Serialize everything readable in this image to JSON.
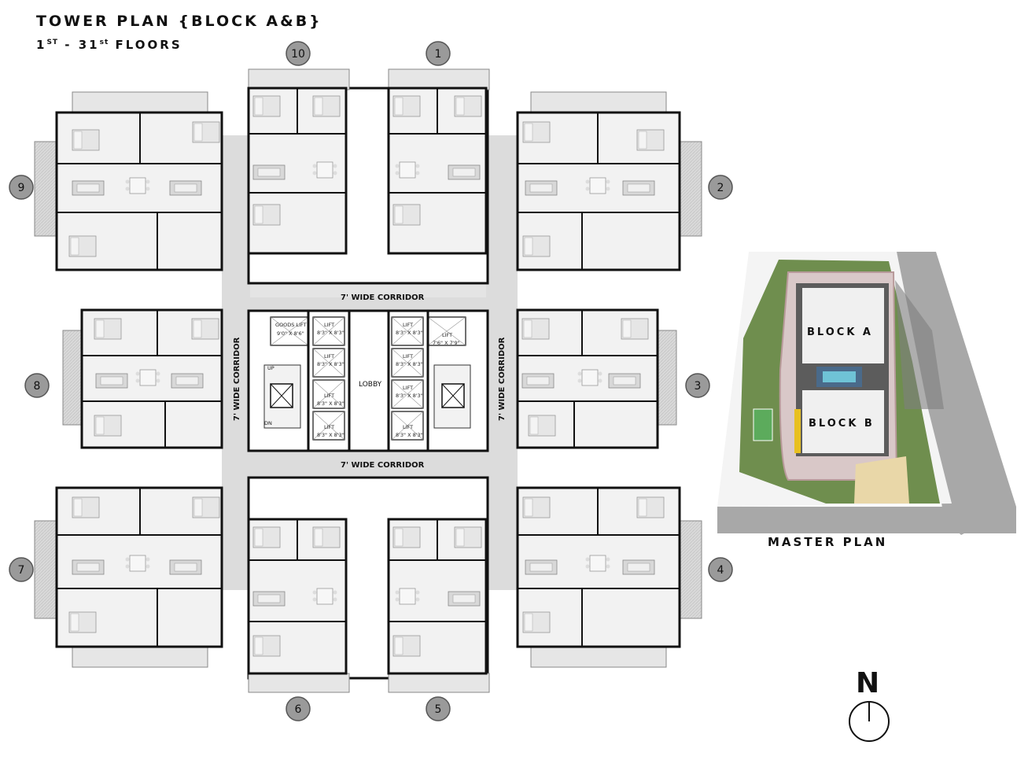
{
  "header": {
    "title": "TOWER PLAN {BLOCK A&B}",
    "subtitle_start": "1",
    "subtitle_start_sup": "ST",
    "subtitle_sep": " - ",
    "subtitle_end": "31",
    "subtitle_end_sup": "st",
    "subtitle_tail": " FLOORS"
  },
  "units": [
    "1",
    "2",
    "3",
    "4",
    "5",
    "6",
    "7",
    "8",
    "9",
    "10"
  ],
  "corridors": {
    "top": "7' WIDE CORRIDOR",
    "bottom": "7' WIDE CORRIDOR",
    "left": "7' WIDE CORRIDOR",
    "right": "7' WIDE CORRIDOR"
  },
  "core": {
    "lobby": "LOBBY",
    "goods_lift_name": "GOODS LIFT",
    "goods_lift_size": "9'0\" X 8'6\"",
    "lift_name": "LIFT",
    "lift_size": "8'3\" X 8'3\"",
    "lift_alt_size": "7'6\" X 7'9\"",
    "up": "UP",
    "dn": "DN"
  },
  "master_plan": {
    "label": "MASTER PLAN",
    "block_a": "BLOCK A",
    "block_b": "BLOCK B"
  },
  "compass": {
    "label": "N"
  }
}
